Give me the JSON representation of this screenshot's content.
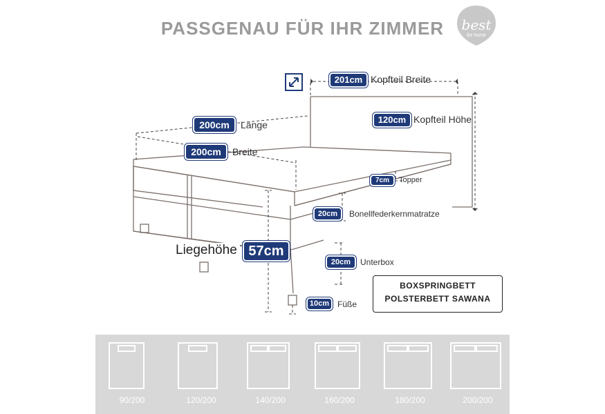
{
  "headline": "PASSGENAU FÜR IHR ZIMMER",
  "logo": {
    "text": "best",
    "sub": "for home"
  },
  "dimensions": [
    {
      "value": "201cm",
      "label": "Kopfteil Breite"
    },
    {
      "value": "120cm",
      "label": "Kopfteil Höhe"
    },
    {
      "value": "200cm",
      "label": "Länge"
    },
    {
      "value": "200cm",
      "label": "Breite"
    },
    {
      "value": "7cm",
      "label": "Topper"
    },
    {
      "value": "20cm",
      "label": "Bonellfederkernmatratze"
    },
    {
      "value": "20cm",
      "label": "Unterbox"
    },
    {
      "value": "10cm",
      "label": "Füße"
    }
  ],
  "liegehoehe": {
    "label": "Liegehöhe",
    "value": "57cm"
  },
  "product": {
    "line1": "BOXSPRINGBETT",
    "line2": "POLSTERBETT SAWANA"
  },
  "sizes": [
    {
      "label": "90/200",
      "pillows": 1
    },
    {
      "label": "120/200",
      "pillows": 1
    },
    {
      "label": "140/200",
      "pillows": 2
    },
    {
      "label": "160/200",
      "pillows": 2
    },
    {
      "label": "180/200",
      "pillows": 2
    },
    {
      "label": "200/200",
      "pillows": 2
    }
  ],
  "colors": {
    "badge": "#1f3a78",
    "headline": "#9a9a9a",
    "strip": "#d8d8d8",
    "logo": "#c8c8c8"
  },
  "icons": [
    "expand-diagonal-icon"
  ]
}
